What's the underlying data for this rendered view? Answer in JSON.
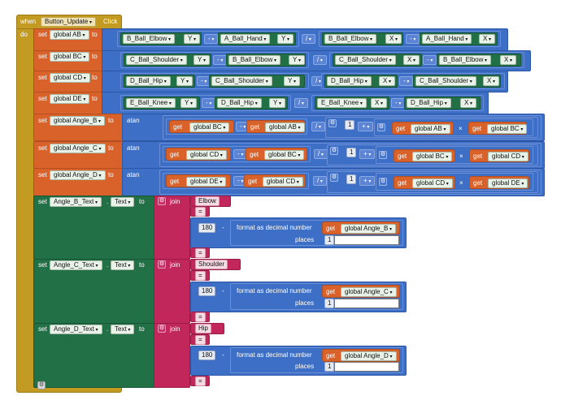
{
  "event": {
    "when": "when",
    "component": "Button_Update",
    "event_name": "Click",
    "do": "do"
  },
  "kw": {
    "set": "set",
    "to": "to",
    "get": "get",
    "atan": "atan",
    "join": "join",
    "minus": "-",
    "div": "/",
    "plus": "+",
    "times": "×",
    "format": "format as decimal number",
    "places": "places",
    "one": "1",
    "oneeighty": "180",
    "eq": "=",
    "text_prop": "Text",
    "caret": "▾"
  },
  "vars": {
    "AB": "global AB",
    "BC": "global BC",
    "CD": "global CD",
    "DE": "global DE",
    "angleB": "global Angle_B",
    "angleC": "global Angle_C",
    "angleD": "global Angle_D"
  },
  "components": {
    "b_elbow": "B_Ball_Elbow",
    "a_hand": "A_Ball_Hand",
    "c_shoulder": "C_Ball_Shoulder",
    "d_hip": "D_Ball_Hip",
    "e_knee": "E_Ball_Knee",
    "angle_b_text": "Angle_B_Text",
    "angle_c_text": "Angle_C_Text",
    "angle_d_text": "Angle_D_Text"
  },
  "props": {
    "x": "X",
    "y": "Y"
  },
  "strings": {
    "elbow": "Elbow",
    "shoulder": "Shoulder",
    "hip": "Hip"
  }
}
